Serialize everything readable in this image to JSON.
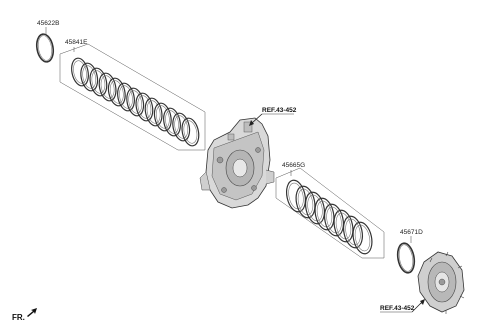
{
  "labels": {
    "snap_ring_top": "45622B",
    "disc_pack_upper": "45841E",
    "disc_pack_lower": "45665G",
    "snap_ring_right": "45671D",
    "ref_top": "REF.43-452",
    "ref_bottom": "REF.43-452",
    "front_indicator": "FR."
  },
  "icons": {
    "front_arrow": "arrow-icon",
    "ref_arrow": "leader-arrow-icon"
  }
}
